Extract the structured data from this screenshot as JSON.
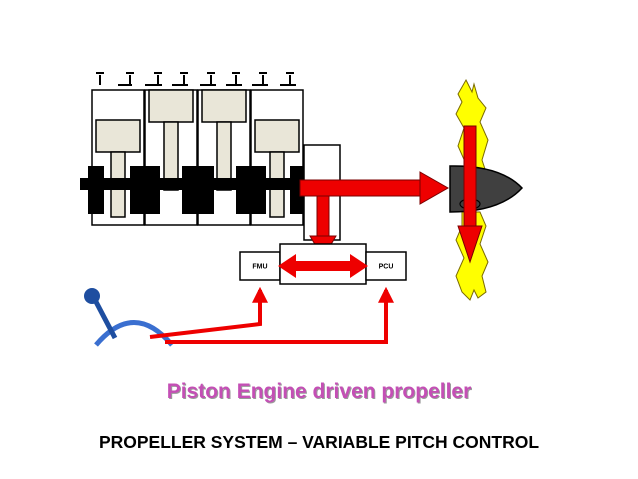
{
  "diagram": {
    "labels": {
      "fmu": "FMU",
      "pcu": "PCU"
    },
    "colors": {
      "engine_fill": "#e9e6d8",
      "crankshaft": "#000000",
      "arrow": "#ee0000",
      "propeller_blade": "#ffff00",
      "spinner": "#404040",
      "lever_knob": "#1e4ea0",
      "lever_arc": "#3a6fd0"
    }
  },
  "captions": {
    "subtitle": "Piston Engine driven propeller",
    "footer": "PROPELLER SYSTEM – VARIABLE PITCH CONTROL"
  }
}
